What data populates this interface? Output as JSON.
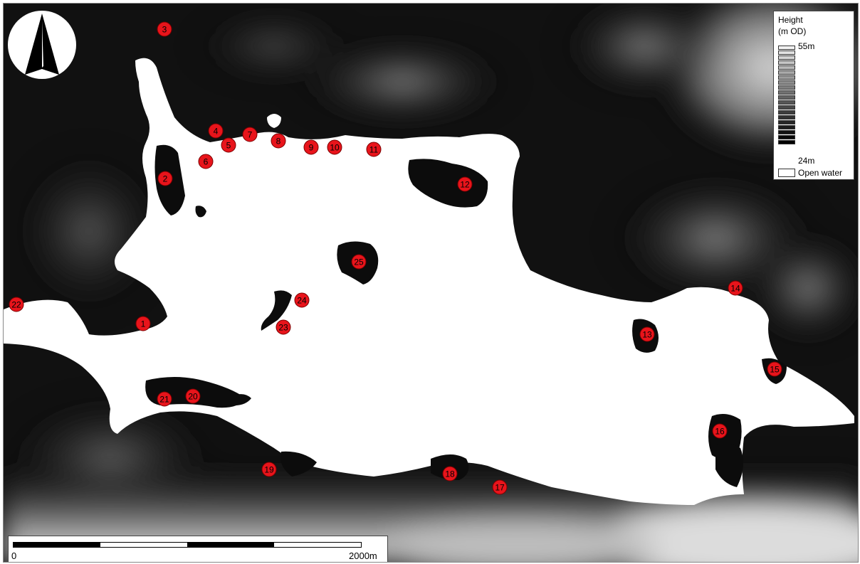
{
  "legend": {
    "title_line1": "Height",
    "title_line2": "(m OD)",
    "max_label": "55m",
    "min_label": "24m",
    "water_label": "Open water",
    "ramp_colors": [
      "#f2f2f2",
      "#e2e2e2",
      "#d4d4d4",
      "#c6c6c6",
      "#b8b8b8",
      "#aaaaaa",
      "#9c9c9c",
      "#8e8e8e",
      "#808080",
      "#727272",
      "#646464",
      "#575757",
      "#4a4a4a",
      "#3e3e3e",
      "#323232",
      "#272727",
      "#1d1d1d",
      "#131313",
      "#0a0a0a",
      "#000000"
    ]
  },
  "scale_bar": {
    "start_label": "0",
    "end_label": "2000m"
  },
  "colors": {
    "marker_fill": "#e8141b",
    "water": "#ffffff",
    "land_low": "#0a0a0a",
    "land_high": "#e6e6e6"
  },
  "north_arrow": {
    "icon": "north-arrow-icon"
  },
  "sites": [
    {
      "label": "1"
    },
    {
      "label": "2"
    },
    {
      "label": "3"
    },
    {
      "label": "4"
    },
    {
      "label": "5"
    },
    {
      "label": "6"
    },
    {
      "label": "7"
    },
    {
      "label": "8"
    },
    {
      "label": "9"
    },
    {
      "label": "10"
    },
    {
      "label": "11"
    },
    {
      "label": "12"
    },
    {
      "label": "13"
    },
    {
      "label": "14"
    },
    {
      "label": "15"
    },
    {
      "label": "16"
    },
    {
      "label": "17"
    },
    {
      "label": "18"
    },
    {
      "label": "19"
    },
    {
      "label": "20"
    },
    {
      "label": "21"
    },
    {
      "label": "22"
    },
    {
      "label": "23"
    },
    {
      "label": "24"
    },
    {
      "label": "25"
    }
  ]
}
